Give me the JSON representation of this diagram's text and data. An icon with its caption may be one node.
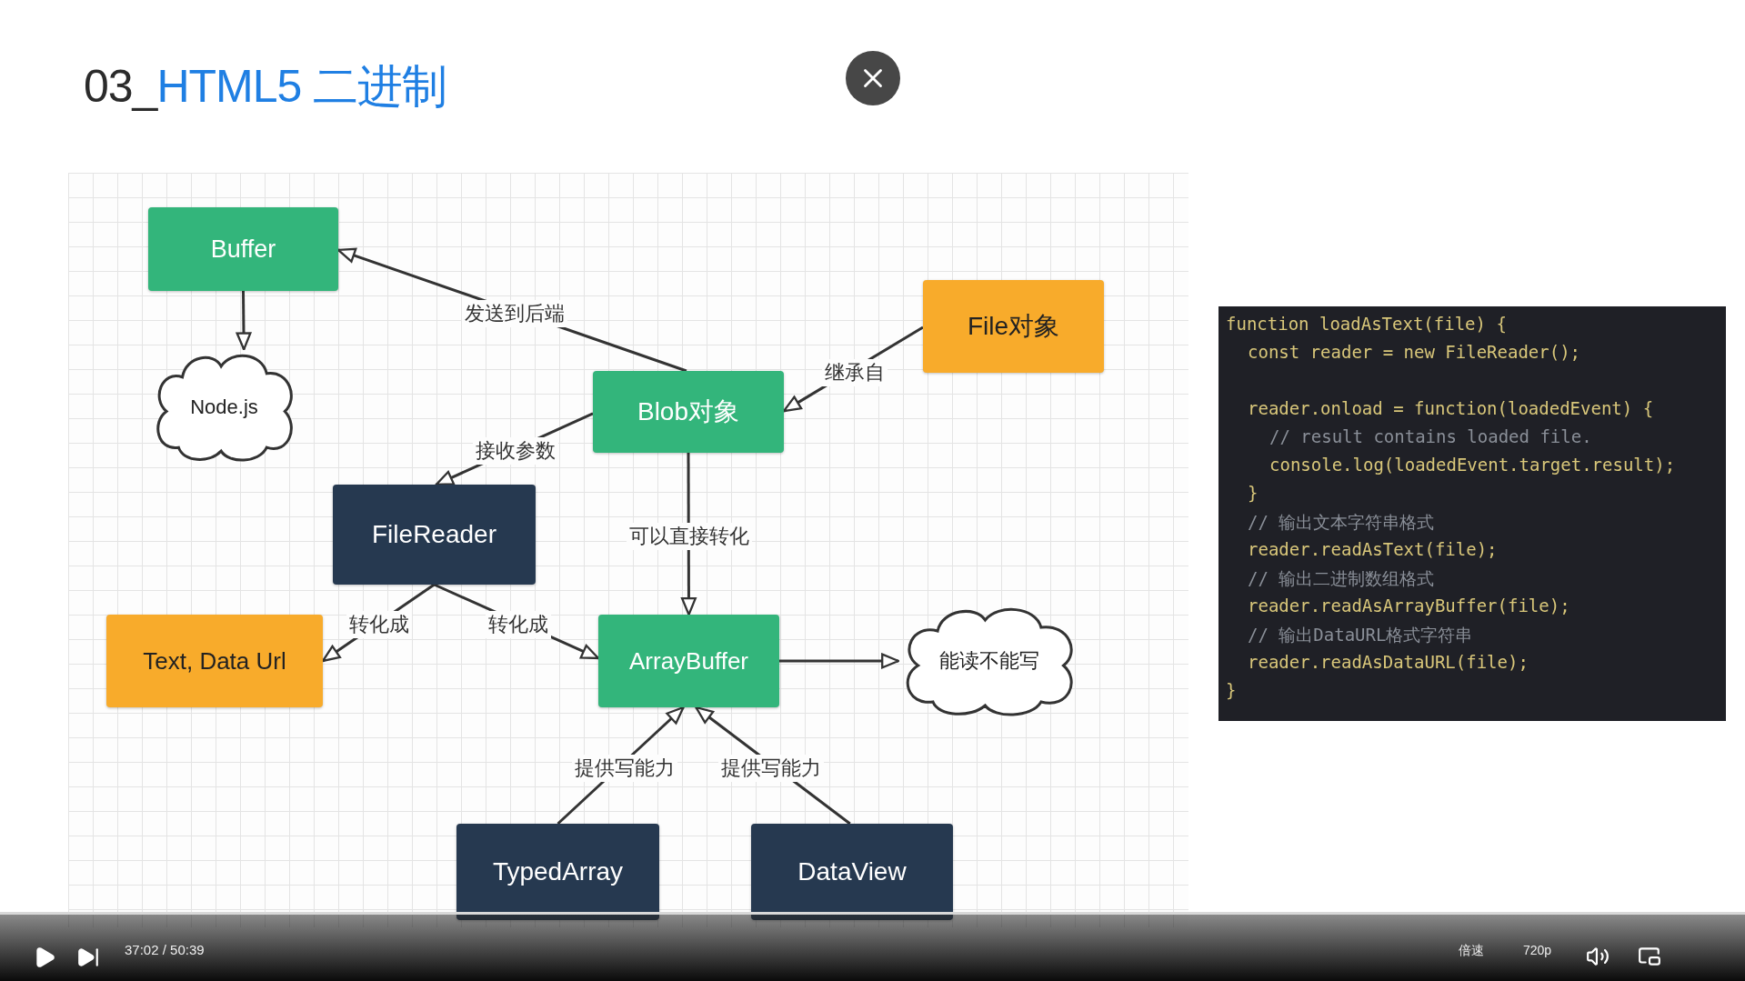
{
  "diagram": {
    "title": "03_HTML5 二进制",
    "nodes": [
      {
        "text": [
          "Buffer"
        ]
      },
      {
        "text": [
          "Node.js"
        ]
      },
      {
        "text": [
          "File对象"
        ]
      },
      {
        "text": [
          "Blob对象"
        ]
      },
      {
        "text": [
          "FileReader"
        ]
      },
      {
        "text": [
          "Text, Data Url"
        ]
      },
      {
        "text": [
          "ArrayBuffer"
        ]
      },
      {
        "text": [
          "能读不能写"
        ]
      },
      {
        "text": [
          "TypedArray"
        ]
      },
      {
        "text": [
          "DataView"
        ]
      }
    ],
    "edges": [
      {
        "from": 0,
        "to": 1,
        "arrow": "to"
      },
      {
        "from": 3,
        "to": 0,
        "arrow": "to",
        "label": "发送到后端"
      },
      {
        "from": 2,
        "to": 3,
        "arrow": "to",
        "label": "继承自"
      },
      {
        "from": 3,
        "to": 4,
        "arrow": "to",
        "label": "接收参数"
      },
      {
        "from": 3,
        "to": 6,
        "arrow": "to",
        "label": "可以直接转化"
      },
      {
        "from": 4,
        "to": 5,
        "arrow": "to",
        "label": "转化成"
      },
      {
        "from": 4,
        "to": 6,
        "arrow": "to",
        "label": "转化成"
      },
      {
        "from": 6,
        "to": 7,
        "arrow": "to"
      },
      {
        "from": 8,
        "to": 6,
        "arrow": "to",
        "label": "提供写能力"
      },
      {
        "from": 9,
        "to": 6,
        "arrow": "to",
        "label": "提供写能力"
      }
    ],
    "labels": [
      "function loadAsText(file) {",
      "const reader = new FileReader();",
      "reader.onload = function(loadedEvent) {",
      "// result contains loaded file.",
      "console.log(loadedEvent.target.result);",
      "}",
      "// 输出文本字符串格式",
      "reader.readAsText(file);",
      "// 输出二进制数组格式",
      "reader.readAsArrayBuffer(file);",
      "// 输出DataURL格式字符串",
      "reader.readAsDataURL(file);",
      "}",
      "37:02 / 50:39",
      "倍速",
      "720p"
    ]
  }
}
